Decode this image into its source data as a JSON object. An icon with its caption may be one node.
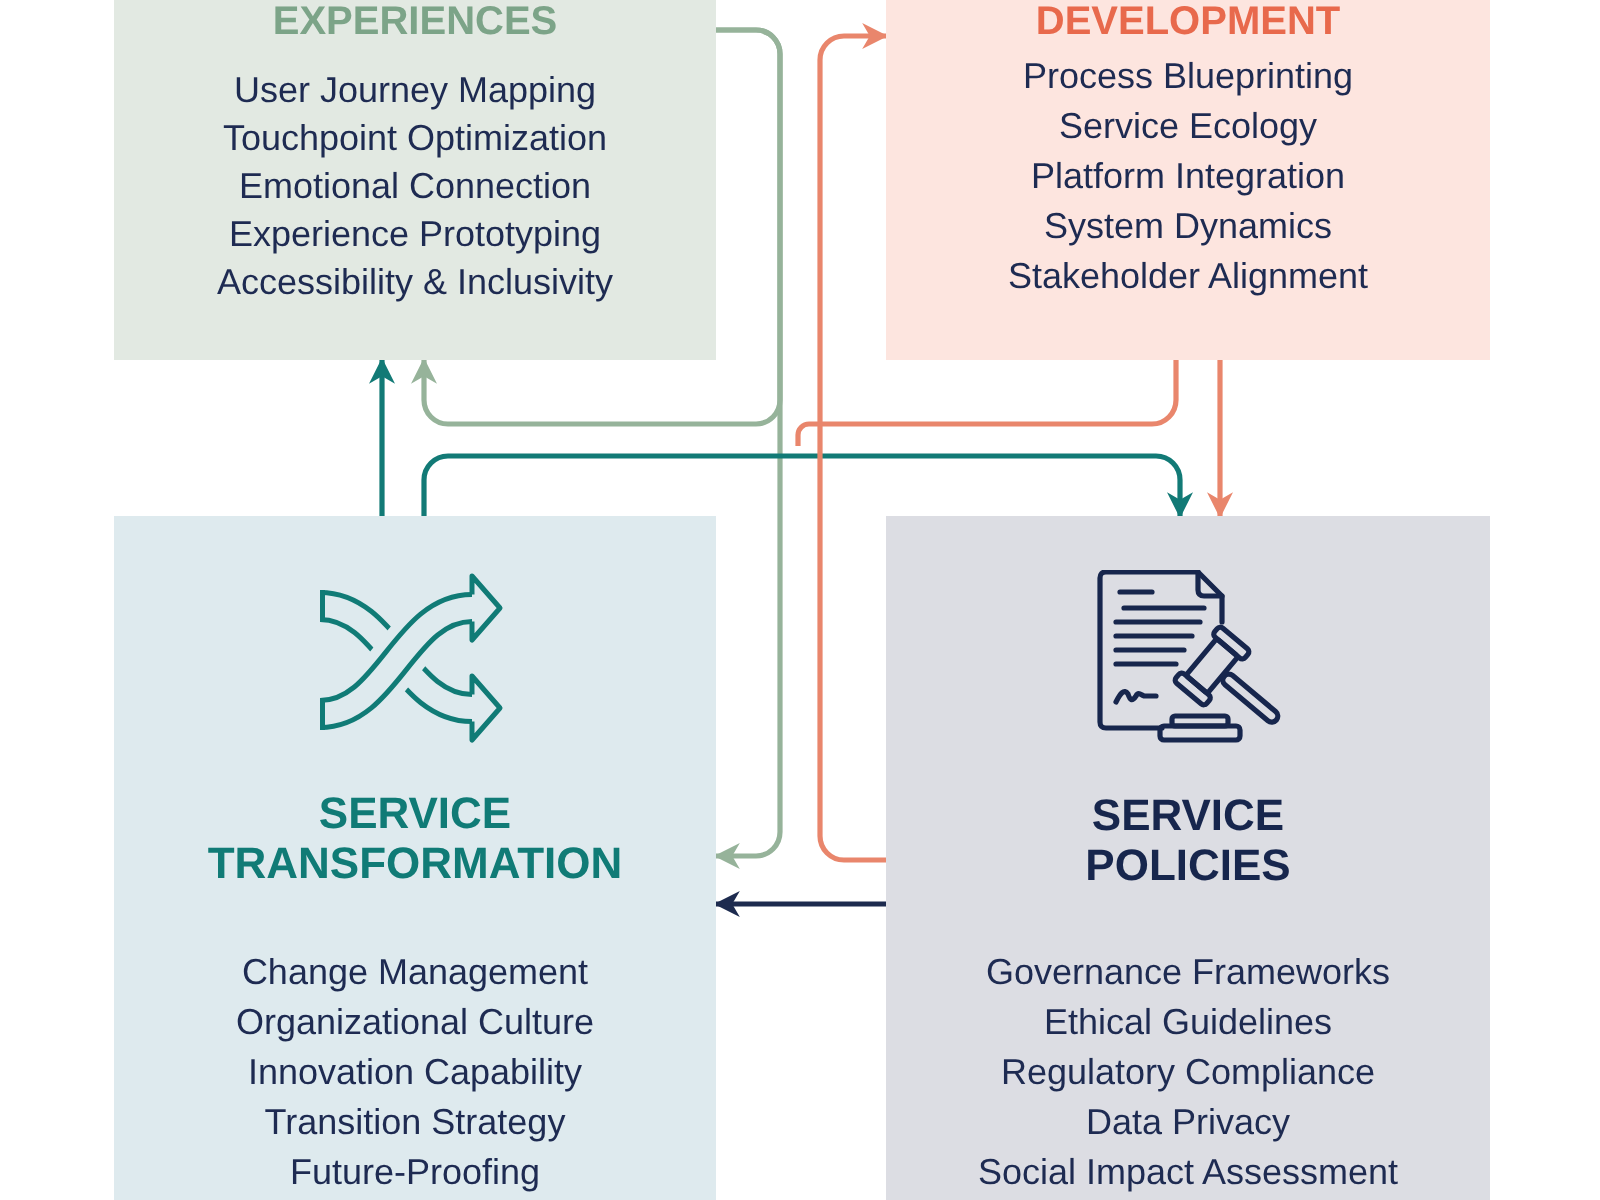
{
  "diagram": {
    "nodes": [
      {
        "text": [
          "EXPERIENCES",
          "User Journey Mapping",
          "Touchpoint Optimization",
          "Emotional Connection",
          "Experience Prototyping",
          "Accessibility & Inclusivity"
        ]
      },
      {
        "text": [
          "DEVELOPMENT",
          "Process Blueprinting",
          "Service Ecology",
          "Platform Integration",
          "System Dynamics",
          "Stakeholder Alignment"
        ]
      },
      {
        "text": [
          "SERVICE TRANSFORMATION",
          "Change Management",
          "Organizational Culture",
          "Innovation Capability",
          "Transition Strategy",
          "Future-Proofing"
        ]
      },
      {
        "text": [
          "SERVICE POLICIES",
          "Governance Frameworks",
          "Ethical Guidelines",
          "Regulatory Compliance",
          "Data Privacy",
          "Social Impact Assessment"
        ]
      }
    ],
    "edges": [
      {
        "from": 0,
        "to": 2,
        "arrow": "to",
        "color": "#96b39a"
      },
      {
        "from": 0,
        "to": 0,
        "arrow": "to",
        "color": "#96b39a"
      },
      {
        "from": 2,
        "to": 0,
        "arrow": "to",
        "color": "#127a76"
      },
      {
        "from": 2,
        "to": 3,
        "arrow": "to",
        "color": "#127a76"
      },
      {
        "from": 1,
        "to": 3,
        "arrow": "to",
        "color": "#e9866c"
      },
      {
        "from": 3,
        "to": 1,
        "arrow": "to",
        "color": "#e9866c"
      },
      {
        "from": 1,
        "to": null,
        "arrow": "none",
        "color": "#e9866c"
      },
      {
        "from": 3,
        "to": 2,
        "arrow": "to",
        "color": "#1d2b4f"
      }
    ]
  }
}
